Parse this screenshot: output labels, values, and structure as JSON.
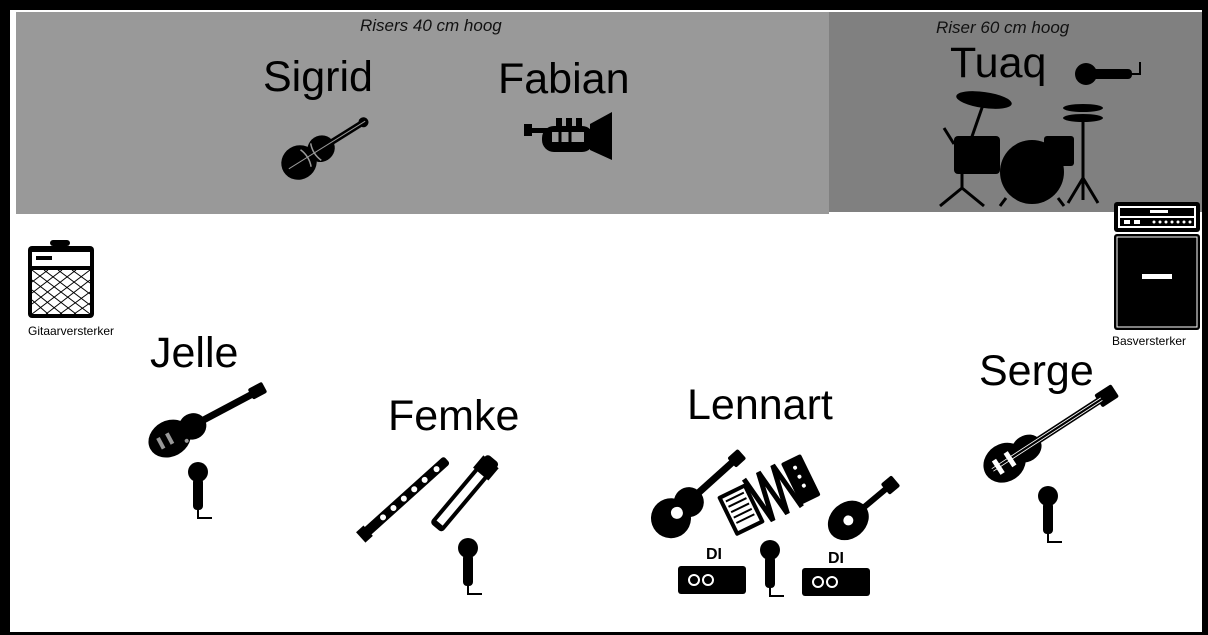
{
  "risers": {
    "left_label": "Risers 40 cm hoog",
    "right_label": "Riser 60 cm hoog",
    "left_color": "#999999",
    "right_color": "#808080"
  },
  "musicians": {
    "sigrid": "Sigrid",
    "fabian": "Fabian",
    "tuaq": "Tuaq",
    "jelle": "Jelle",
    "femke": "Femke",
    "lennart": "Lennart",
    "serge": "Serge"
  },
  "amps": {
    "guitar": "Gitaarversterker",
    "bass": "Basversterker"
  },
  "di": {
    "left": "DI",
    "right": "DI"
  },
  "icons": [
    "violin-icon",
    "trumpet-icon",
    "drum-kit-icon",
    "microphone-icon",
    "guitar-amp-icon",
    "bass-amp-icon",
    "electric-guitar-icon",
    "flute-icon",
    "recorder-icon",
    "acoustic-guitar-icon",
    "accordion-icon",
    "mandolin-icon",
    "bass-guitar-icon",
    "di-box-icon"
  ]
}
